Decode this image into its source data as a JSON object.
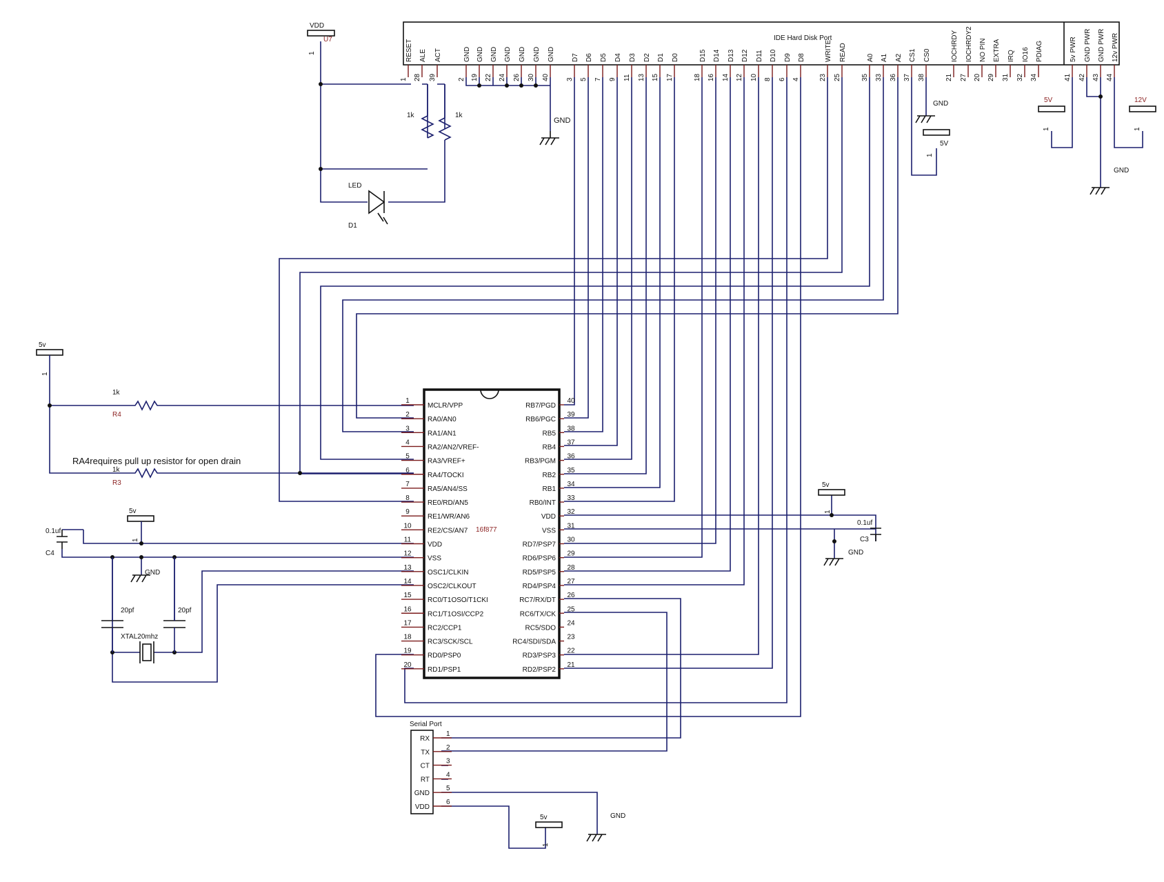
{
  "ide_header": {
    "title": "IDE Hard Disk Port",
    "pins": [
      {
        "name": "RESET",
        "num": "1"
      },
      {
        "name": "ALE",
        "num": "28"
      },
      {
        "name": "ACT",
        "num": "39"
      },
      {
        "name": "GND",
        "num": "2"
      },
      {
        "name": "GND",
        "num": "19"
      },
      {
        "name": "GND",
        "num": "22"
      },
      {
        "name": "GND",
        "num": "24"
      },
      {
        "name": "GND",
        "num": "26"
      },
      {
        "name": "GND",
        "num": "30"
      },
      {
        "name": "GND",
        "num": "40"
      },
      {
        "name": "D7",
        "num": "3"
      },
      {
        "name": "D6",
        "num": "5"
      },
      {
        "name": "D5",
        "num": "7"
      },
      {
        "name": "D4",
        "num": "9"
      },
      {
        "name": "D3",
        "num": "11"
      },
      {
        "name": "D2",
        "num": "13"
      },
      {
        "name": "D1",
        "num": "15"
      },
      {
        "name": "D0",
        "num": "17"
      },
      {
        "name": "D15",
        "num": "18"
      },
      {
        "name": "D14",
        "num": "16"
      },
      {
        "name": "D13",
        "num": "14"
      },
      {
        "name": "D12",
        "num": "12"
      },
      {
        "name": "D11",
        "num": "10"
      },
      {
        "name": "D10",
        "num": "8"
      },
      {
        "name": "D9",
        "num": "6"
      },
      {
        "name": "D8",
        "num": "4"
      },
      {
        "name": "WRITE",
        "num": "23"
      },
      {
        "name": "READ",
        "num": "25"
      },
      {
        "name": "A0",
        "num": "35"
      },
      {
        "name": "A1",
        "num": "33"
      },
      {
        "name": "A2",
        "num": "36"
      },
      {
        "name": "CS1",
        "num": "37"
      },
      {
        "name": "CS0",
        "num": "38"
      },
      {
        "name": "IOCHRDY",
        "num": "21"
      },
      {
        "name": "IOCHRDY2",
        "num": "27"
      },
      {
        "name": "NO PIN",
        "num": "20"
      },
      {
        "name": "EXTRA",
        "num": "29"
      },
      {
        "name": "IRQ",
        "num": "31"
      },
      {
        "name": "IO16",
        "num": "32"
      },
      {
        "name": "PDIAG",
        "num": "34"
      },
      {
        "name": "5v PWR",
        "num": "41"
      },
      {
        "name": "GND PWR",
        "num": "42"
      },
      {
        "name": "GND PWR",
        "num": "43"
      },
      {
        "name": "12v PWR",
        "num": "44"
      }
    ]
  },
  "mcu": {
    "part": "16f877",
    "left_pins": [
      {
        "num": "1",
        "name": "MCLR/VPP"
      },
      {
        "num": "2",
        "name": "RA0/AN0"
      },
      {
        "num": "3",
        "name": "RA1/AN1"
      },
      {
        "num": "4",
        "name": "RA2/AN2/VREF-"
      },
      {
        "num": "5",
        "name": "RA3/VREF+"
      },
      {
        "num": "6",
        "name": "RA4/TOCKI"
      },
      {
        "num": "7",
        "name": "RA5/AN4/SS"
      },
      {
        "num": "8",
        "name": "RE0/RD/AN5"
      },
      {
        "num": "9",
        "name": "RE1/WR/AN6"
      },
      {
        "num": "10",
        "name": "RE2/CS/AN7"
      },
      {
        "num": "11",
        "name": "VDD"
      },
      {
        "num": "12",
        "name": "VSS"
      },
      {
        "num": "13",
        "name": "OSC1/CLKIN"
      },
      {
        "num": "14",
        "name": "OSC2/CLKOUT"
      },
      {
        "num": "15",
        "name": "RC0/T1OSO/T1CKI"
      },
      {
        "num": "16",
        "name": "RC1/T1OSI/CCP2"
      },
      {
        "num": "17",
        "name": "RC2/CCP1"
      },
      {
        "num": "18",
        "name": "RC3/SCK/SCL"
      },
      {
        "num": "19",
        "name": "RD0/PSP0"
      },
      {
        "num": "20",
        "name": "RD1/PSP1"
      }
    ],
    "right_pins": [
      {
        "num": "40",
        "name": "RB7/PGD"
      },
      {
        "num": "39",
        "name": "RB6/PGC"
      },
      {
        "num": "38",
        "name": "RB5"
      },
      {
        "num": "37",
        "name": "RB4"
      },
      {
        "num": "36",
        "name": "RB3/PGM"
      },
      {
        "num": "35",
        "name": "RB2"
      },
      {
        "num": "34",
        "name": "RB1"
      },
      {
        "num": "33",
        "name": "RB0/INT"
      },
      {
        "num": "32",
        "name": "VDD"
      },
      {
        "num": "31",
        "name": "VSS"
      },
      {
        "num": "30",
        "name": "RD7/PSP7"
      },
      {
        "num": "29",
        "name": "RD6/PSP6"
      },
      {
        "num": "28",
        "name": "RD5/PSP5"
      },
      {
        "num": "27",
        "name": "RD4/PSP4"
      },
      {
        "num": "26",
        "name": "RC7/RX/DT"
      },
      {
        "num": "25",
        "name": "RC6/TX/CK"
      },
      {
        "num": "24",
        "name": "RC5/SDO"
      },
      {
        "num": "23",
        "name": "RC4/SDI/SDA"
      },
      {
        "num": "22",
        "name": "RD3/PSP3"
      },
      {
        "num": "21",
        "name": "RD2/PSP2"
      }
    ]
  },
  "serial_port": {
    "title": "Serial Port",
    "pins": [
      {
        "name": "RX",
        "num": "1"
      },
      {
        "name": "TX",
        "num": "2"
      },
      {
        "name": "CT",
        "num": "3"
      },
      {
        "name": "RT",
        "num": "4"
      },
      {
        "name": "GND",
        "num": "5"
      },
      {
        "name": "VDD",
        "num": "6"
      }
    ]
  },
  "labels": {
    "vdd": "VDD",
    "u7": "U7",
    "one": "1",
    "r_1k": "1k",
    "led": "LED",
    "d1": "D1",
    "gnd": "GND",
    "v5_upper": "5V",
    "v5_lower": "5v",
    "v12": "12V",
    "r4": "R4",
    "r3": "R3",
    "cap_01": "0.1uf",
    "c4": "C4",
    "c3": "C3",
    "cap_20": "20pf",
    "xtal": "XTAL20mhz",
    "note": "RA4requires pull up resistor for open drain"
  }
}
